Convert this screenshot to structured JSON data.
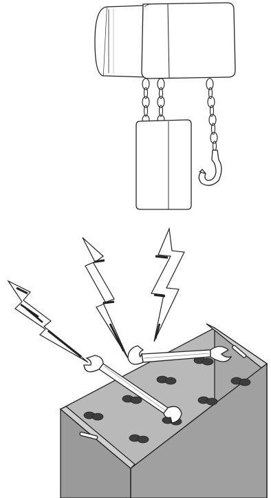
{
  "illustration": {
    "hoist": {
      "icon": "chain-hoist-icon"
    },
    "sparks": {
      "icon": "lightning-bolt-icon",
      "count": 3
    },
    "wrenches": {
      "icon": "wrench-icon",
      "count": 2
    },
    "battery": {
      "icon": "battery-icon",
      "terminal_pairs": 8
    }
  },
  "colors": {
    "outline": "#222222",
    "hoist_fill": "#ffffff",
    "battery_top": "#b9b9b9",
    "battery_side": "#a8a8a8",
    "battery_front": "#9a9a9a",
    "terminal": "#3d3d3d",
    "background": "#ffffff"
  }
}
